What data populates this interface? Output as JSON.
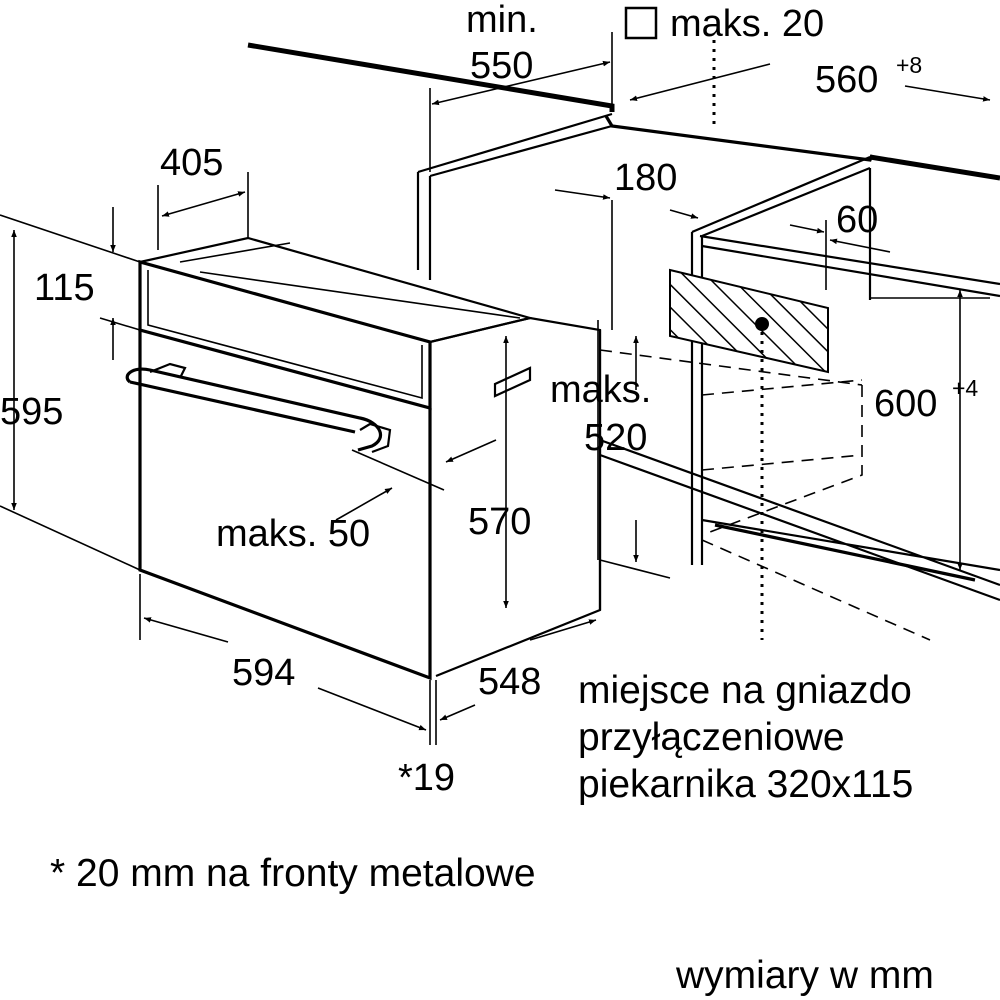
{
  "dimensions": {
    "min_label": "min.",
    "min_value": "550",
    "max_thickness": "maks. 20",
    "cabinet_width": "560",
    "cabinet_width_tol": "+8",
    "oven_front_depth": "405",
    "right_offset": "180",
    "socket_offset": "60",
    "panel_height": "115",
    "oven_height": "595",
    "niche_height": "600",
    "niche_height_tol": "+4",
    "max_depth_label": "maks.",
    "max_depth_value": "520",
    "max_gap": "maks. 50",
    "body_height": "570",
    "oven_width": "594",
    "oven_depth": "548",
    "front_depth": "*19"
  },
  "notes": {
    "socket_line1": "miejsce na gniazdo",
    "socket_line2": "przyłączeniowe",
    "socket_line3": "piekarnika 320x115",
    "metal_fronts": "* 20 mm na fronty metalowe",
    "units": "wymiary w mm"
  },
  "icons": {
    "thickness_marker": "square-icon"
  }
}
